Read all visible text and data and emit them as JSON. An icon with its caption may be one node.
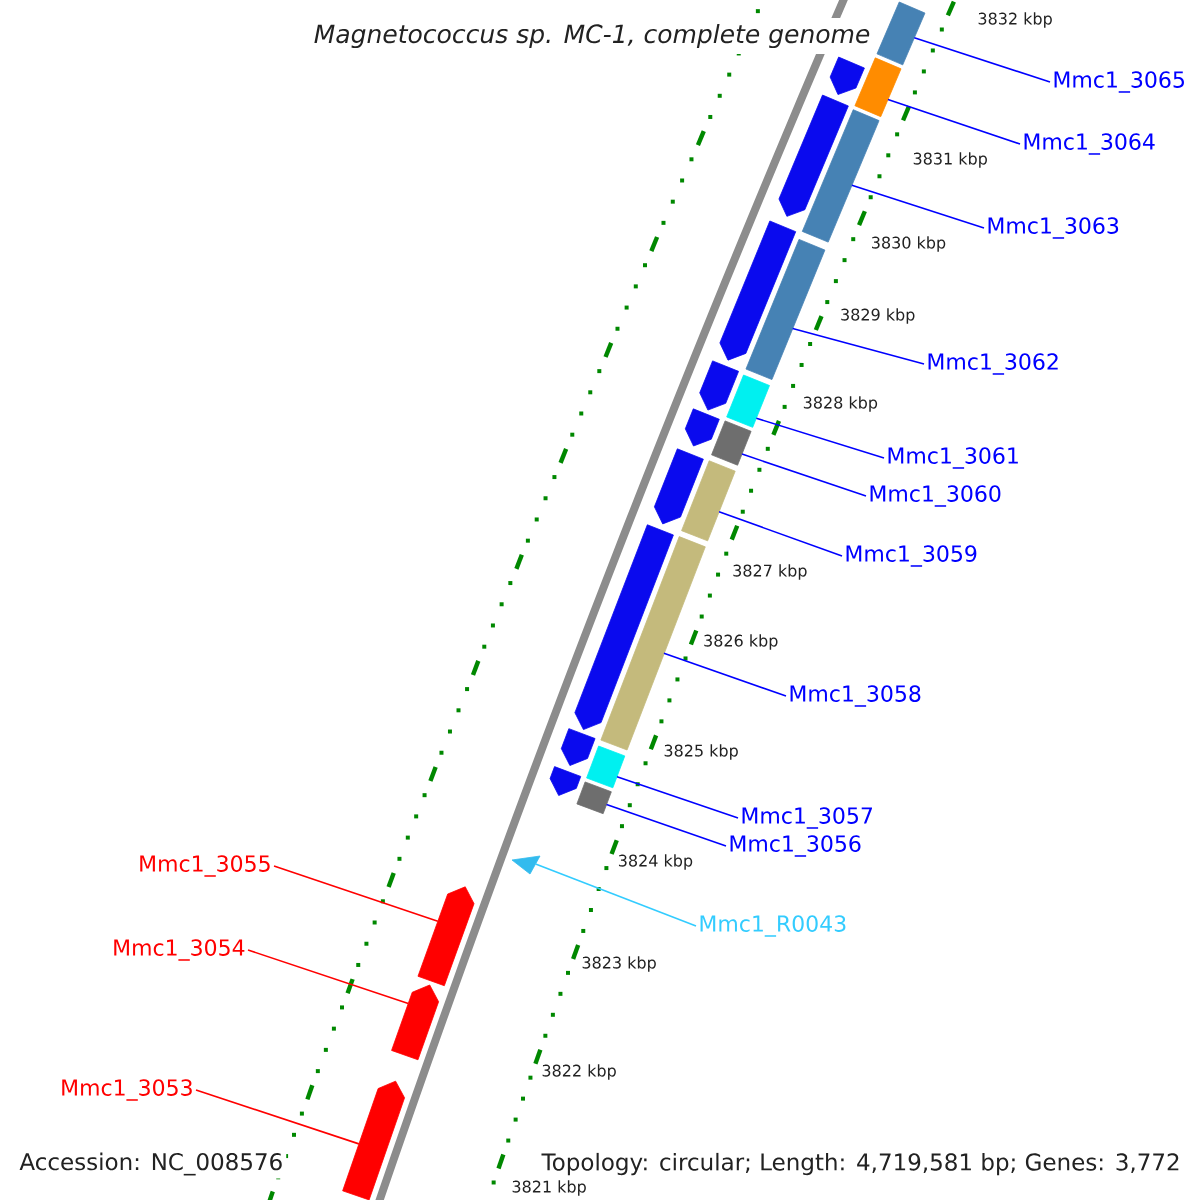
{
  "diagram": {
    "title": "Magnetococcus sp. MC-1, complete genome",
    "nodes": [
      {
        "text": [
          "Mmc1_3065"
        ]
      },
      {
        "text": [
          "Mmc1_3064"
        ]
      },
      {
        "text": [
          "Mmc1_3063"
        ]
      },
      {
        "text": [
          "Mmc1_3062"
        ]
      },
      {
        "text": [
          "Mmc1_3061"
        ]
      },
      {
        "text": [
          "Mmc1_3060"
        ]
      },
      {
        "text": [
          "Mmc1_3059"
        ]
      },
      {
        "text": [
          "Mmc1_3058"
        ]
      },
      {
        "text": [
          "Mmc1_3057"
        ]
      },
      {
        "text": [
          "Mmc1_3056"
        ]
      },
      {
        "text": [
          "Mmc1_3055"
        ]
      },
      {
        "text": [
          "Mmc1_R0043"
        ]
      },
      {
        "text": [
          "Mmc1_3054"
        ]
      },
      {
        "text": [
          "Mmc1_3053"
        ]
      },
      {
        "text": [],
        "shape": "bar"
      },
      {
        "text": [],
        "shape": "bar"
      },
      {
        "text": [],
        "shape": "bar"
      },
      {
        "text": [],
        "shape": "bar"
      },
      {
        "text": [],
        "shape": "bar"
      },
      {
        "text": [],
        "shape": "bar"
      },
      {
        "text": [],
        "shape": "bar"
      },
      {
        "text": [],
        "shape": "bar"
      },
      {
        "text": [],
        "shape": "bar"
      },
      {
        "text": [],
        "shape": "bar"
      },
      {
        "text": [],
        "shape": "triangle"
      },
      {
        "text": [],
        "shape": "bar"
      },
      {
        "text": [],
        "shape": "bar"
      },
      {
        "text": [],
        "shape": "bar"
      },
      {
        "text": [],
        "shape": "bar"
      },
      {
        "text": [],
        "shape": "bar"
      },
      {
        "text": [],
        "shape": "bar"
      },
      {
        "text": [],
        "shape": "bar"
      },
      {
        "text": [],
        "shape": "bar"
      },
      {
        "text": [],
        "shape": "bar"
      },
      {
        "text": [],
        "shape": "bar"
      },
      {
        "text": [],
        "shape": "bar"
      },
      {
        "text": [],
        "shape": "bar"
      }
    ],
    "edges": [
      {
        "from": 0,
        "to": 14,
        "arrow": "none"
      },
      {
        "from": 1,
        "to": 15,
        "arrow": "none"
      },
      {
        "from": 2,
        "to": 16,
        "arrow": "none"
      },
      {
        "from": 3,
        "to": 17,
        "arrow": "none"
      },
      {
        "from": 4,
        "to": 18,
        "arrow": "none"
      },
      {
        "from": 5,
        "to": 19,
        "arrow": "none"
      },
      {
        "from": 6,
        "to": 20,
        "arrow": "none"
      },
      {
        "from": 7,
        "to": 21,
        "arrow": "none"
      },
      {
        "from": 8,
        "to": 22,
        "arrow": "none"
      },
      {
        "from": 9,
        "to": 23,
        "arrow": "none"
      },
      {
        "from": 10,
        "to": 25,
        "arrow": "none",
        "color": "#ff0000"
      },
      {
        "from": 11,
        "to": 24,
        "arrow": "none",
        "color": "#33ccff"
      },
      {
        "from": 12,
        "to": 26,
        "arrow": "none",
        "color": "#ff0000"
      },
      {
        "from": 13,
        "to": 27,
        "arrow": "none",
        "color": "#ff0000"
      }
    ],
    "labels": [
      "3832 kbp",
      "3831 kbp",
      "3830 kbp",
      "3829 kbp",
      "3828 kbp",
      "3827 kbp",
      "3826 kbp",
      "3825 kbp",
      "3824 kbp",
      "3823 kbp",
      "3822 kbp",
      "3821 kbp",
      "Accession: NC_008576",
      "Topology: circular; Length: 4,719,581 bp; Genes: 3,772"
    ]
  }
}
